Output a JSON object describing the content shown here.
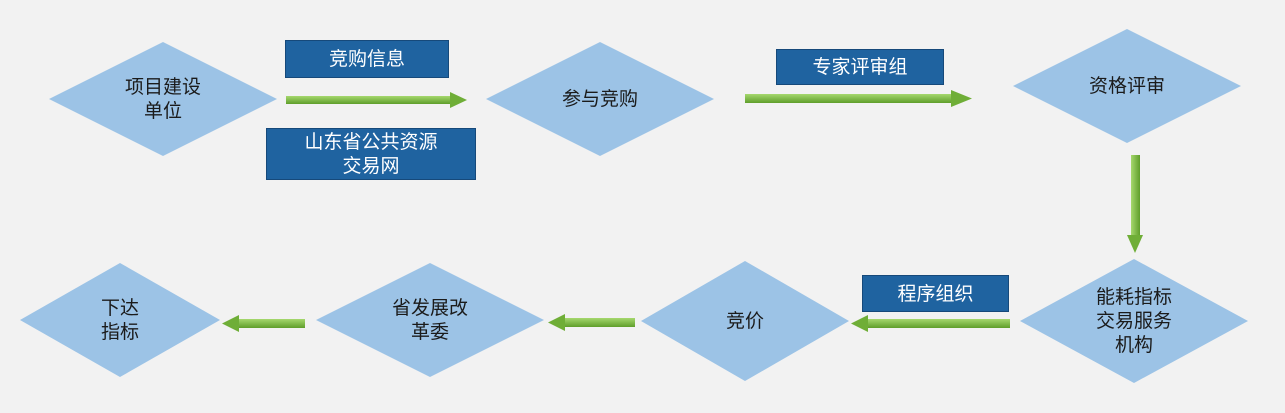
{
  "nodes": [
    {
      "id": "project-unit",
      "label": "项目建设\n单位"
    },
    {
      "id": "participate",
      "label": "参与竞购"
    },
    {
      "id": "qualification",
      "label": "资格评审"
    },
    {
      "id": "trading-agency",
      "label": "能耗指标\n交易服务\n机构"
    },
    {
      "id": "bidding",
      "label": "竞价"
    },
    {
      "id": "ndrc",
      "label": "省发展改\n革委"
    },
    {
      "id": "issue-quota",
      "label": "下达\n指标"
    }
  ],
  "boxes": [
    {
      "id": "bid-info",
      "label": "竞购信息"
    },
    {
      "id": "trading-network",
      "label": "山东省公共资源\n交易网"
    },
    {
      "id": "expert-panel",
      "label": "专家评审组"
    },
    {
      "id": "procedure-org",
      "label": "程序组织"
    }
  ],
  "colors": {
    "diamond": "#9cc3e6",
    "box": "#1f63a0",
    "arrow": "#7cc243",
    "background": "#f2f2f2"
  }
}
